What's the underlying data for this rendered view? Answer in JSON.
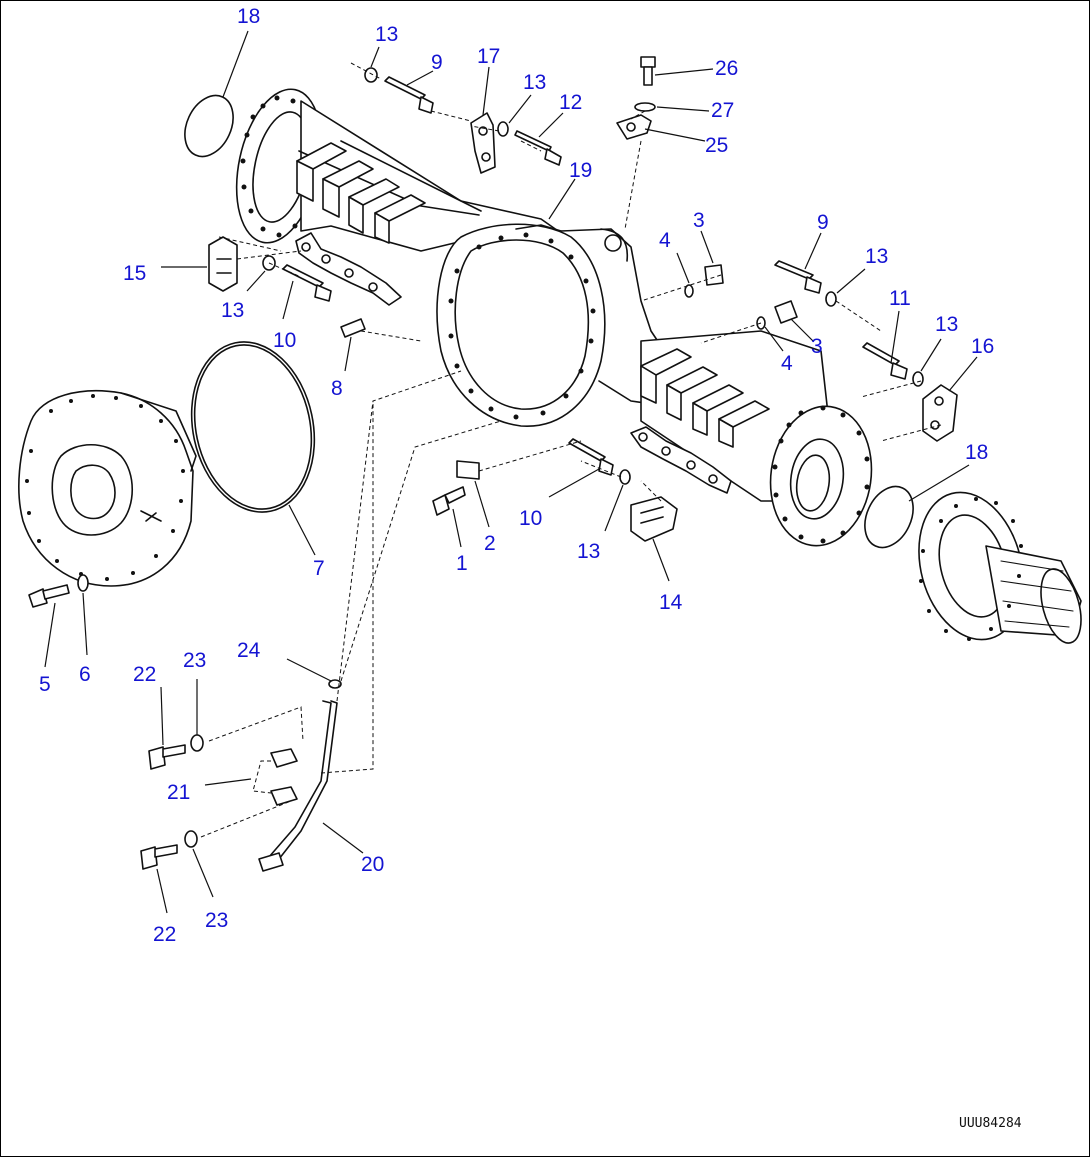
{
  "diagram": {
    "drawing_id": "UUU84284",
    "parts": [
      {
        "key": "p18a",
        "label": "18"
      },
      {
        "key": "p13a",
        "label": "13"
      },
      {
        "key": "p9a",
        "label": "9"
      },
      {
        "key": "p17",
        "label": "17"
      },
      {
        "key": "p13b",
        "label": "13"
      },
      {
        "key": "p12",
        "label": "12"
      },
      {
        "key": "p26",
        "label": "26"
      },
      {
        "key": "p27",
        "label": "27"
      },
      {
        "key": "p25",
        "label": "25"
      },
      {
        "key": "p19",
        "label": "19"
      },
      {
        "key": "p15",
        "label": "15"
      },
      {
        "key": "p13c",
        "label": "13"
      },
      {
        "key": "p10a",
        "label": "10"
      },
      {
        "key": "p8",
        "label": "8"
      },
      {
        "key": "p4a",
        "label": "4"
      },
      {
        "key": "p3a",
        "label": "3"
      },
      {
        "key": "p9b",
        "label": "9"
      },
      {
        "key": "p13d",
        "label": "13"
      },
      {
        "key": "p11",
        "label": "11"
      },
      {
        "key": "p13e",
        "label": "13"
      },
      {
        "key": "p16",
        "label": "16"
      },
      {
        "key": "p4b",
        "label": "4"
      },
      {
        "key": "p3b",
        "label": "3"
      },
      {
        "key": "p7",
        "label": "7"
      },
      {
        "key": "p18b",
        "label": "18"
      },
      {
        "key": "p1",
        "label": "1"
      },
      {
        "key": "p2",
        "label": "2"
      },
      {
        "key": "p10b",
        "label": "10"
      },
      {
        "key": "p13f",
        "label": "13"
      },
      {
        "key": "p14",
        "label": "14"
      },
      {
        "key": "p5",
        "label": "5"
      },
      {
        "key": "p6",
        "label": "6"
      },
      {
        "key": "p24",
        "label": "24"
      },
      {
        "key": "p22a",
        "label": "22"
      },
      {
        "key": "p23a",
        "label": "23"
      },
      {
        "key": "p21",
        "label": "21"
      },
      {
        "key": "p20",
        "label": "20"
      },
      {
        "key": "p22b",
        "label": "22"
      },
      {
        "key": "p23b",
        "label": "23"
      }
    ]
  }
}
